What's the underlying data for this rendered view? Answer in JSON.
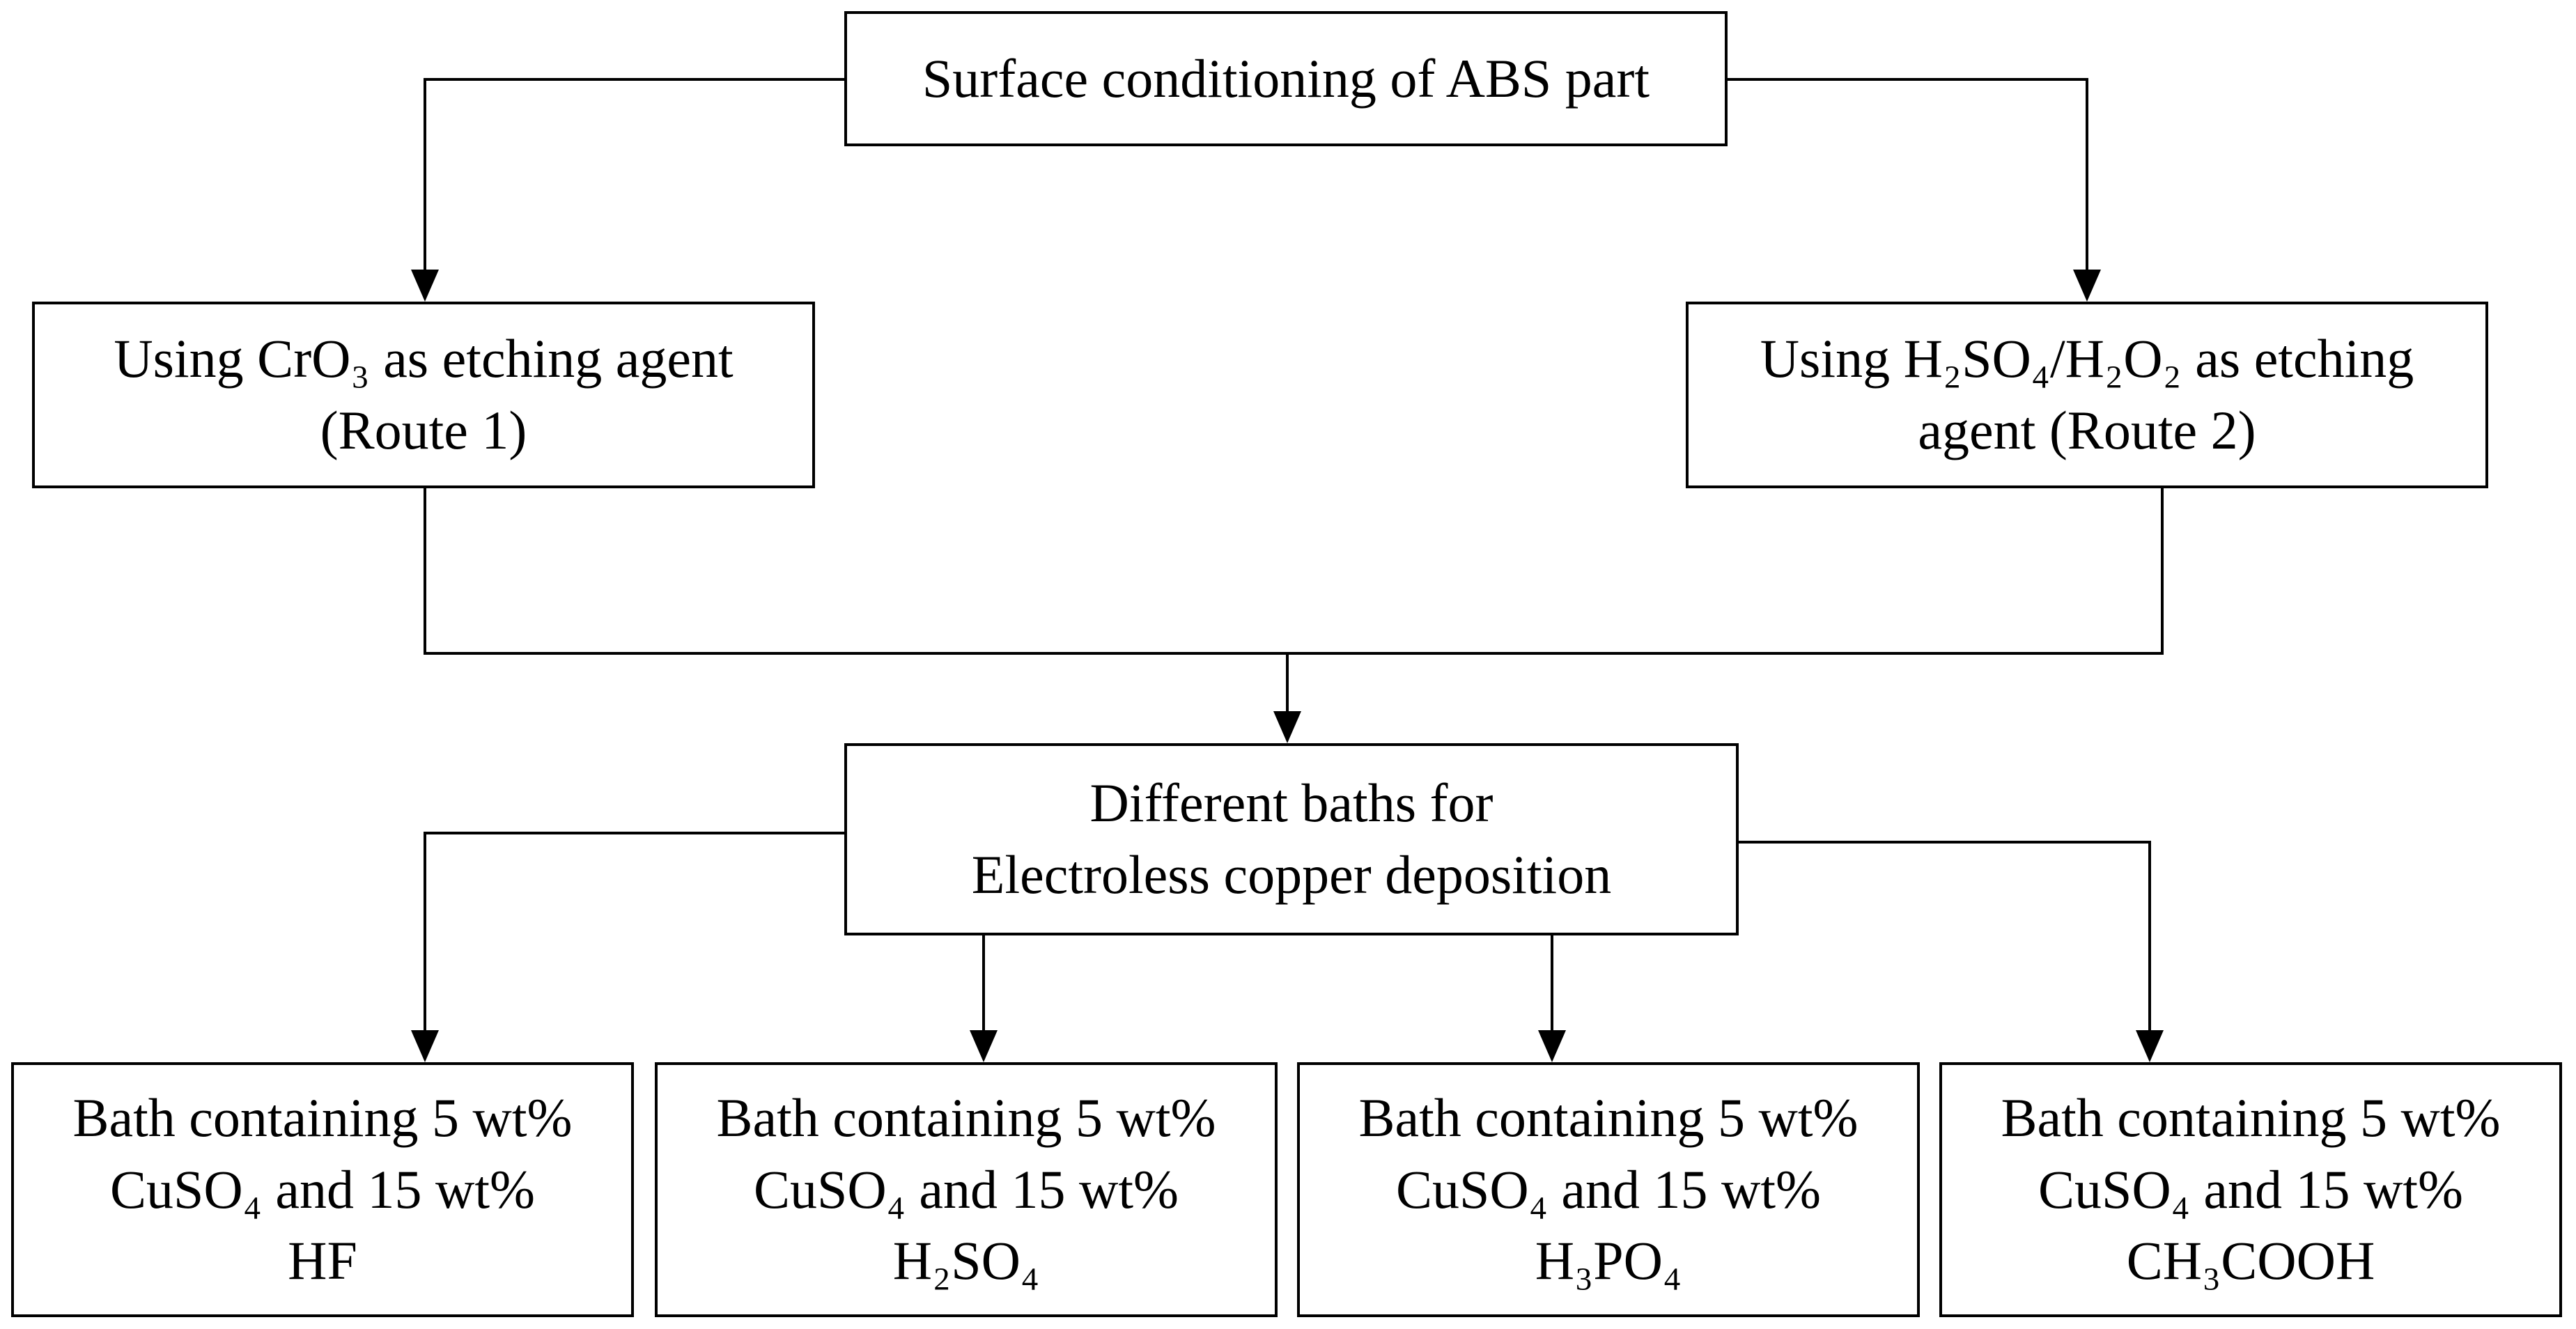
{
  "nodes": {
    "top": {
      "lines": [
        "Surface conditioning of ABS part"
      ]
    },
    "route1": {
      "lines": [
        "Using CrO₃ as etching agent",
        "(Route 1)"
      ]
    },
    "route2": {
      "lines": [
        "Using H₂SO₄/H₂O₂ as etching",
        "agent (Route 2)"
      ]
    },
    "baths": {
      "lines": [
        "Different baths for",
        "Electroless copper deposition"
      ]
    },
    "bath_hf": {
      "lines": [
        "Bath containing 5 wt%",
        "CuSO₄ and 15 wt%",
        "HF"
      ]
    },
    "bath_h2so4": {
      "lines": [
        "Bath containing 5 wt%",
        "CuSO₄ and 15 wt%",
        "H₂SO₄"
      ]
    },
    "bath_h3po4": {
      "lines": [
        "Bath containing 5 wt%",
        "CuSO₄ and 15 wt%",
        "H₃PO₄"
      ]
    },
    "bath_ch3cooh": {
      "lines": [
        "Bath containing 5 wt%",
        "CuSO₄ and 15 wt%",
        "CH₃COOH"
      ]
    }
  },
  "edges": [
    {
      "from": "top",
      "to": "route1"
    },
    {
      "from": "top",
      "to": "route2"
    },
    {
      "from": "route1",
      "to": "baths"
    },
    {
      "from": "route2",
      "to": "baths"
    },
    {
      "from": "baths",
      "to": "bath_hf"
    },
    {
      "from": "baths",
      "to": "bath_h2so4"
    },
    {
      "from": "baths",
      "to": "bath_h3po4"
    },
    {
      "from": "baths",
      "to": "bath_ch3cooh"
    }
  ],
  "colors": {
    "stroke": "#000000",
    "background": "#ffffff"
  }
}
